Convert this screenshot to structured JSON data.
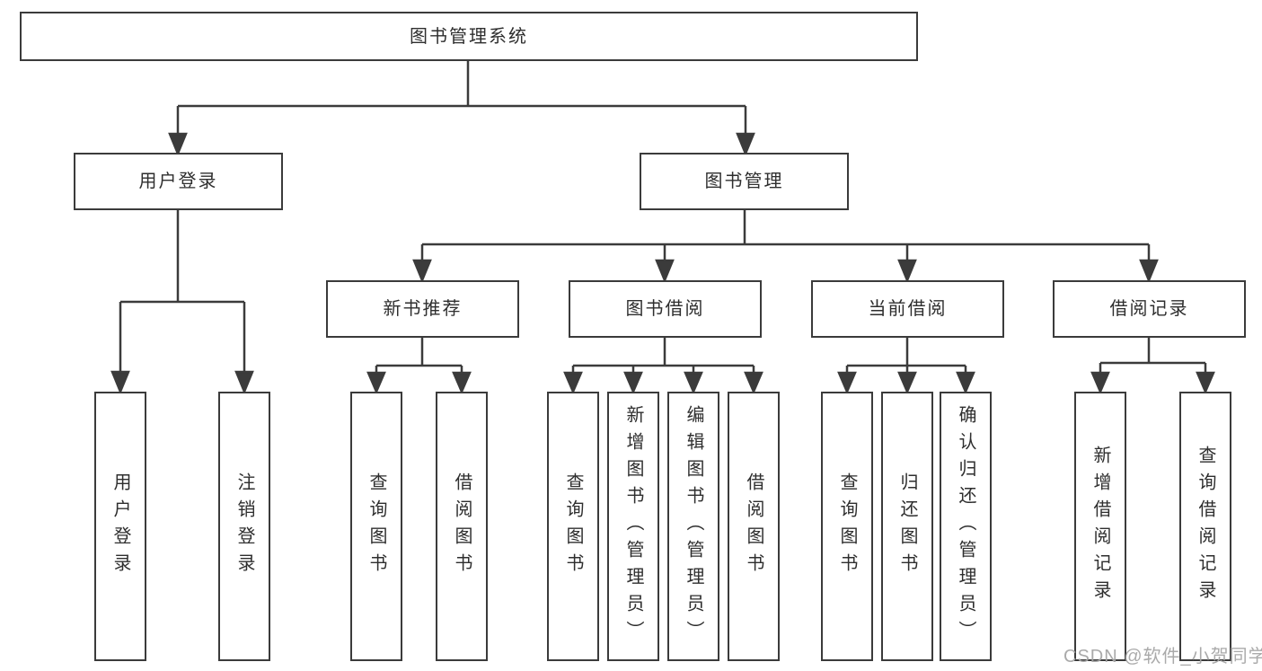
{
  "nodes": {
    "root": "图书管理系统",
    "level2": [
      "用户登录",
      "图书管理"
    ],
    "level3": [
      "新书推荐",
      "图书借阅",
      "当前借阅",
      "借阅记录"
    ],
    "leaves_user_login": [
      "用户登录",
      "注销登录"
    ],
    "leaves_new_books": [
      "查询图书",
      "借阅图书"
    ],
    "leaves_book_borrow": [
      "查询图书",
      "新增图书（管理员）",
      "编辑图书（管理员）",
      "借阅图书"
    ],
    "leaves_current_borrow": [
      "查询图书",
      "归还图书",
      "确认归还（管理员）"
    ],
    "leaves_borrow_records": [
      "新增借阅记录",
      "查询借阅记录"
    ]
  },
  "watermark": "CSDN @软件_小贺同学",
  "colors": {
    "line": "#3b3b3b",
    "text": "#2e2e2e",
    "background": "#ffffff",
    "watermark": "#a5a5a5"
  }
}
